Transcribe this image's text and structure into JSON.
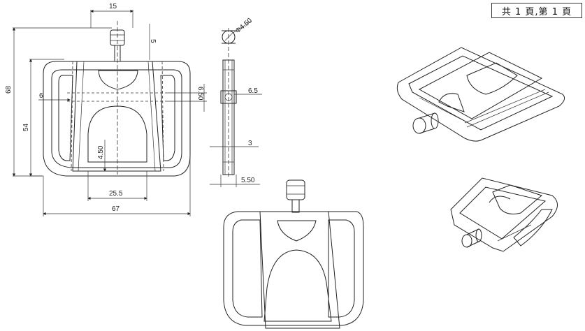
{
  "sheet_label": "共 1 頁,第 1 頁",
  "dimensions": {
    "top_width": "15",
    "right_small": "5",
    "overall_height": "68",
    "inner_height": "54",
    "side_gap": "6",
    "slot_height": "6.50",
    "bottom_slot_height": "4.50",
    "bottom_width": "25.5",
    "overall_width": "67",
    "hole_diameter": "Φ4.50",
    "side_thickness": "6.5",
    "side_slot": "3",
    "side_total": "5.50"
  }
}
